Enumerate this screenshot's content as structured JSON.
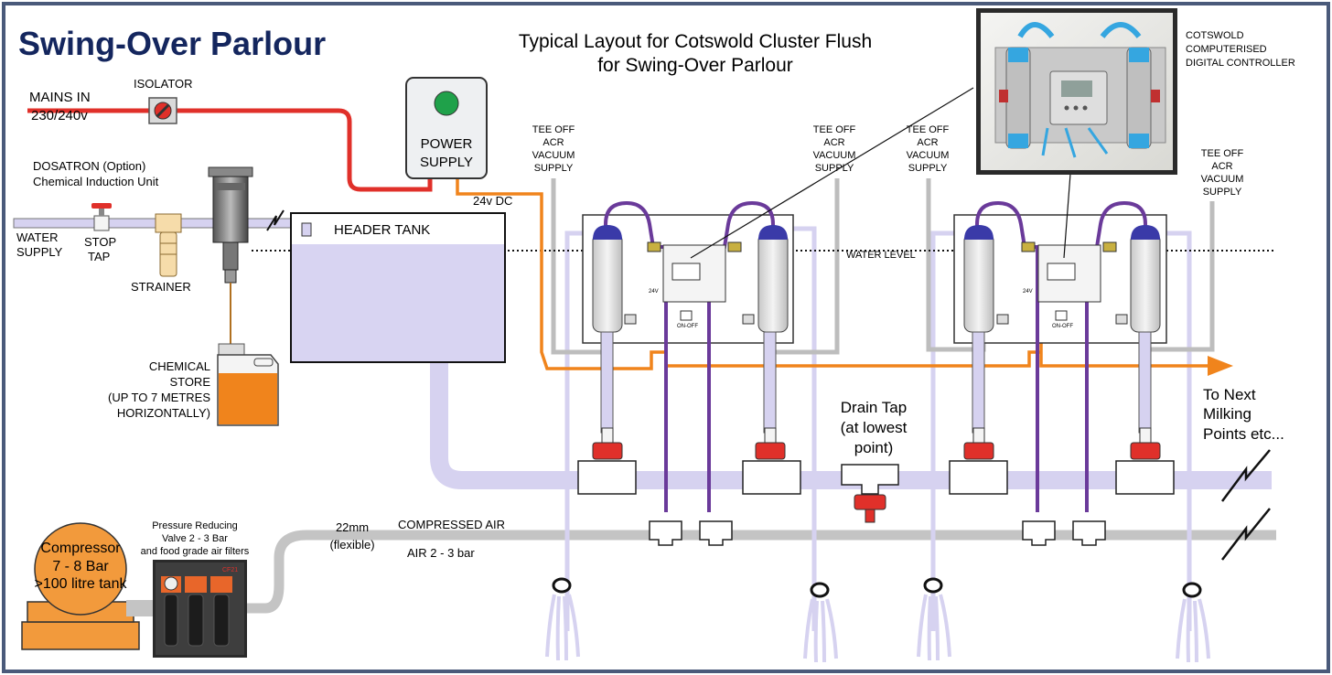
{
  "title": "Swing-Over Parlour",
  "subtitle": [
    "Typical Layout for Cotswold Cluster Flush",
    "for Swing-Over Parlour"
  ],
  "labels": {
    "mains_in": [
      "MAINS IN",
      "230/240v"
    ],
    "isolator": "ISOLATOR",
    "power_supply": [
      "POWER",
      "SUPPLY"
    ],
    "dc_24v": "24v DC",
    "dosatron": [
      "DOSATRON (Option)",
      "Chemical Induction Unit"
    ],
    "water_supply": [
      "WATER",
      "SUPPLY"
    ],
    "stop_tap": [
      "STOP",
      "TAP"
    ],
    "strainer": "STRAINER",
    "header_tank": "HEADER TANK",
    "chemical_store": [
      "CHEMICAL",
      "STORE",
      "(UP TO 7 METRES",
      "HORIZONTALLY)"
    ],
    "tee_off": [
      "TEE OFF",
      "ACR",
      "VACUUM",
      "SUPPLY"
    ],
    "water_level": "WATER LEVEL",
    "controller": [
      "COTSWOLD",
      "COMPUTERISED",
      "DIGITAL CONTROLLER"
    ],
    "drain_tap": [
      "Drain Tap",
      "(at lowest",
      "point)"
    ],
    "next_points": [
      "To Next",
      "Milking",
      "Points etc..."
    ],
    "compressor": [
      "Compressor",
      "7 - 8 Bar",
      ">100 litre tank"
    ],
    "pressure_valve": [
      "Pressure Reducing",
      "Valve 2 - 3 Bar",
      "and food grade air filters"
    ],
    "filter_tag": "CF21",
    "pipe_size": [
      "22mm",
      "(flexible)"
    ],
    "compressed_air": "COMPRESSED AIR",
    "air_pressure": "AIR 2 - 3 bar",
    "on_off": "ON-OFF",
    "volt_24": "24V"
  },
  "colors": {
    "frame": "#4a5a7a",
    "title": "#14265e",
    "mains_cable": "#e0302a",
    "dc_cable": "#f0841c",
    "vacuum_pipe": "#bfbfbf",
    "water_pipe": "#d6d2f0",
    "purple_tube": "#6a3a9a",
    "tank_water": "#d8d4f2",
    "chemical": "#f0841c",
    "valve_red": "#e0302a",
    "lamp_green": "#1fa14a",
    "compressor": "#f29a3c",
    "cylinder_cap": "#3a3aa8"
  }
}
